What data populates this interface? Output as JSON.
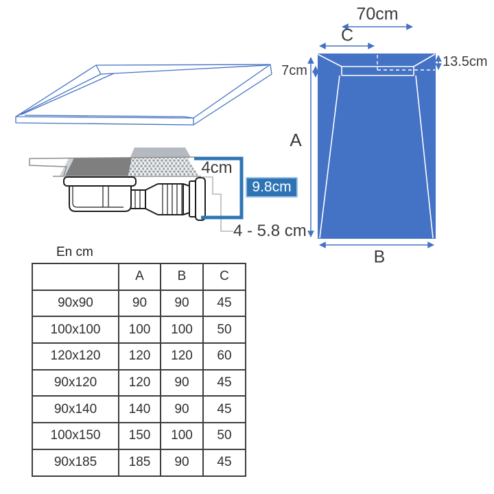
{
  "colors": {
    "tray_blue": "#4472C4",
    "bracket_blue": "#2E75B6",
    "badge_bg": "#2E74B5",
    "text_dark": "#3A3A3A",
    "table_border": "#3D3D3D"
  },
  "top_view": {
    "channel_length_label": "70cm",
    "c_label": "C",
    "a_label": "A",
    "b_label": "B",
    "channel_width_label": "7cm",
    "channel_offset_label": "13.5cm"
  },
  "section_view": {
    "tray_thickness_label": "4cm",
    "total_height_label": "9.8cm",
    "adjustment_range_label": "4 - 5.8 cm"
  },
  "table": {
    "caption": "En cm",
    "headers": [
      "",
      "A",
      "B",
      "C"
    ],
    "rows": [
      [
        "90x90",
        "90",
        "90",
        "45"
      ],
      [
        "100x100",
        "100",
        "100",
        "50"
      ],
      [
        "120x120",
        "120",
        "120",
        "60"
      ],
      [
        "90x120",
        "120",
        "90",
        "45"
      ],
      [
        "90x140",
        "140",
        "90",
        "45"
      ],
      [
        "100x150",
        "150",
        "100",
        "50"
      ],
      [
        "90x185",
        "185",
        "90",
        "45"
      ]
    ]
  }
}
